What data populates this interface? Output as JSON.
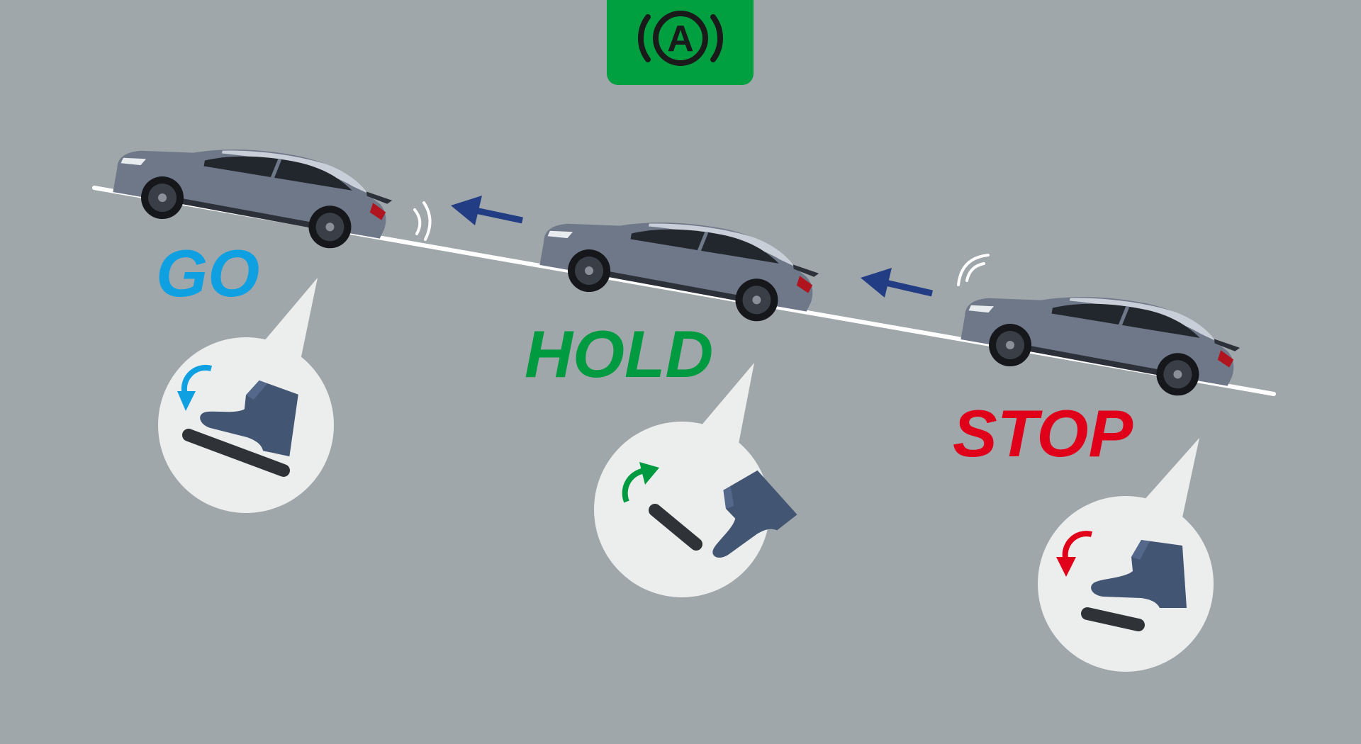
{
  "colors": {
    "background": "#a0a7aa",
    "badge_green": "#00a040",
    "go_blue": "#0ea0e0",
    "hold_green": "#009a40",
    "stop_red": "#e0001a",
    "arrow_navy": "#233d85",
    "boot_slate": "#425673",
    "bubble_white": "#eceded",
    "car_body": "#6f7889",
    "road_white": "#ffffff"
  },
  "badge": {
    "letter": "A",
    "icon": "auto-brake-hold-icon"
  },
  "stages": [
    {
      "id": "go",
      "label": "GO",
      "pedal_icon": "foot-on-pedal-release-icon",
      "arrow_icon": "rotate-counterclockwise-arrow-icon"
    },
    {
      "id": "hold",
      "label": "HOLD",
      "pedal_icon": "foot-off-pedal-icon",
      "arrow_icon": "rotate-clockwise-arrow-icon"
    },
    {
      "id": "stop",
      "label": "STOP",
      "pedal_icon": "foot-on-pedal-press-icon",
      "arrow_icon": "rotate-counterclockwise-arrow-icon"
    }
  ],
  "direction_arrows": [
    "motion-arrow-left-icon",
    "motion-arrow-left-icon"
  ]
}
